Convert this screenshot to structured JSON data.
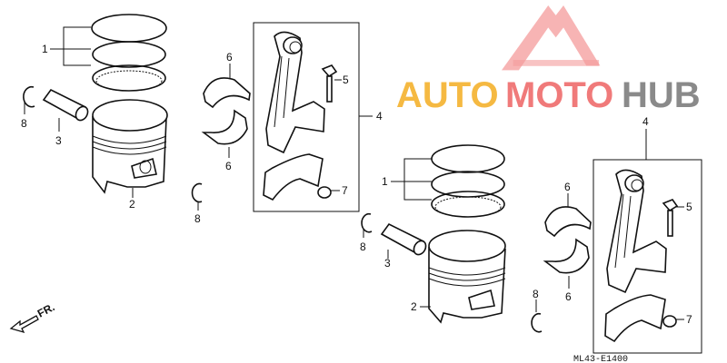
{
  "diagram": {
    "diagram_code": "ML43-E1400",
    "direction_label": "FR.",
    "callouts": {
      "left": {
        "rings": "1",
        "piston": "2",
        "pin": "3",
        "rod_assembly": "4",
        "bolt": "5",
        "bearing_upper": "6",
        "bearing_lower": "6",
        "nut": "7",
        "clip_a": "8",
        "clip_b": "8"
      },
      "right": {
        "rings": "1",
        "piston": "2",
        "pin": "3",
        "rod_assembly": "4",
        "bolt": "5",
        "bearing_upper": "6",
        "bearing_lower": "6",
        "nut": "7",
        "clip_a": "8",
        "clip_b": "8"
      }
    }
  },
  "watermark": {
    "text_parts": [
      "AUTO",
      "MOTO",
      "HUB"
    ],
    "colors": {
      "auto": "#f5b942",
      "moto": "#f07a7a",
      "hub": "#8a8a8a",
      "logo": "#f07a7a"
    }
  }
}
